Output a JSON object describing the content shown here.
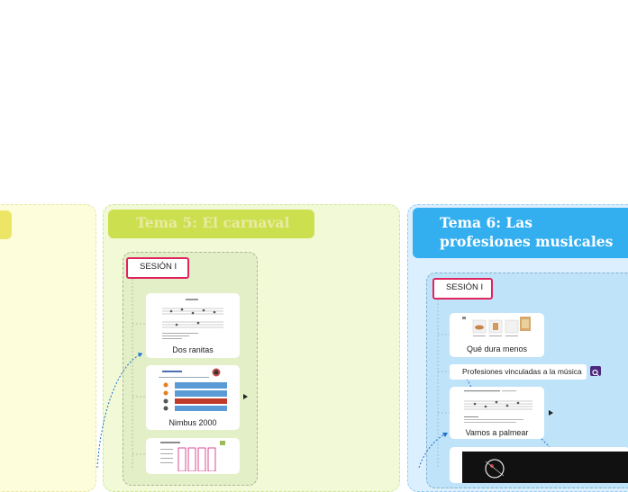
{
  "columns": [
    {
      "header": "",
      "color": "#ede565"
    },
    {
      "header": "Tema 5: El carnaval",
      "color": "#cce04f"
    },
    {
      "header_line1": "Tema 6: Las",
      "header_line2": "profesiones musicales",
      "color": "#33aff0"
    }
  ],
  "tema5": {
    "session_label": "SESIÓN I",
    "cards": [
      "Dos ranitas",
      "Nimbus 2000",
      ""
    ]
  },
  "tema6": {
    "session_label": "SESIÓN I",
    "cards": [
      "Qué dura menos",
      "Vamos a palmear",
      ""
    ],
    "text_node": "Profesiones vinculadas a la música"
  },
  "colors": {
    "session_border": "#e0245e",
    "connector": "#1f6fd1",
    "badge": "#4b2a7d"
  }
}
